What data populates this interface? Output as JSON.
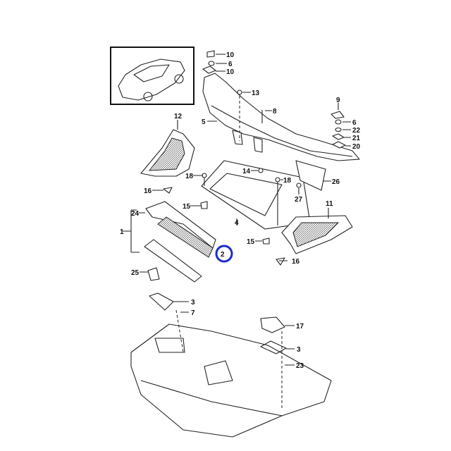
{
  "diagram": {
    "title": "Cowl / plenum panel and cabin air filter assembly",
    "highlight_color": "#1a2ccc",
    "highlighted_part": "2",
    "callouts": {
      "p10a": "10",
      "p6a": "6",
      "p10b": "10",
      "p13": "13",
      "p8": "8",
      "p9": "9",
      "p6b": "6",
      "p22": "22",
      "p21": "21",
      "p20": "20",
      "p5": "5",
      "p12": "12",
      "p14": "14",
      "p18a": "18",
      "p18b": "18",
      "p26": "26",
      "p27": "27",
      "p16a": "16",
      "p15a": "15",
      "p11": "11",
      "p24": "24",
      "p1": "1",
      "p2": "2",
      "p4": "4",
      "p15b": "15",
      "p16b": "16",
      "p25": "25",
      "p3a": "3",
      "p7": "7",
      "p17": "17",
      "p3b": "3",
      "p23": "23"
    }
  }
}
